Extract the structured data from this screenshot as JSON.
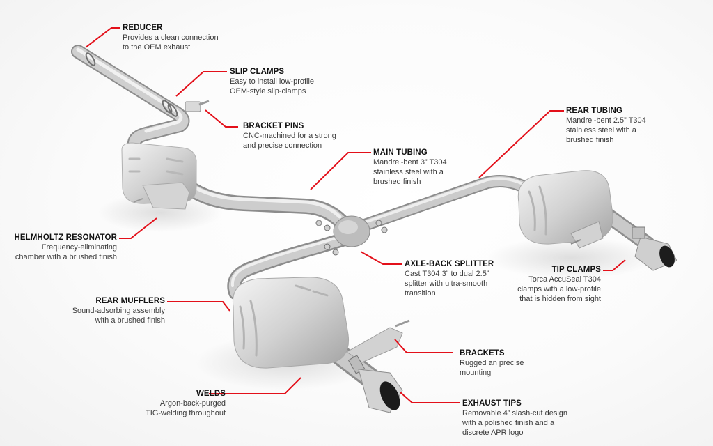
{
  "colors": {
    "leader_line": "#e3101a",
    "title_text": "#111111",
    "desc_text": "#3a3a3a",
    "metal_light": "#e4e4e4",
    "metal_mid": "#bdbdbd",
    "metal_dark": "#8d8d8d"
  },
  "callouts": [
    {
      "id": "reducer",
      "title": "REDUCER",
      "desc": "Provides a clean connection\nto the OEM exhaust"
    },
    {
      "id": "slip-clamps",
      "title": "SLIP CLAMPS",
      "desc": "Easy to install low-profile\nOEM-style slip-clamps"
    },
    {
      "id": "bracket-pins",
      "title": "BRACKET PINS",
      "desc": "CNC-machined for a strong\nand precise connection"
    },
    {
      "id": "main-tubing",
      "title": "MAIN TUBING",
      "desc": "Mandrel-bent 3” T304\nstainless steel with a\nbrushed finish"
    },
    {
      "id": "rear-tubing",
      "title": "REAR TUBING",
      "desc": "Mandrel-bent 2.5” T304\nstainless steel with a\nbrushed finish"
    },
    {
      "id": "helmholtz-resonator",
      "title": "HELMHOLTZ RESONATOR",
      "desc": "Frequency-eliminating\nchamber with a brushed finish"
    },
    {
      "id": "axle-back-splitter",
      "title": "AXLE-BACK SPLITTER",
      "desc": "Cast T304 3” to dual 2.5”\nsplitter with ultra-smooth\ntransition"
    },
    {
      "id": "tip-clamps",
      "title": "TIP CLAMPS",
      "desc": "Torca AccuSeal T304\nclamps with a low-profile\nthat is hidden from sight"
    },
    {
      "id": "rear-mufflers",
      "title": "REAR MUFFLERS",
      "desc": "Sound-adsorbing assembly\nwith a brushed finish"
    },
    {
      "id": "brackets",
      "title": "BRACKETS",
      "desc": "Rugged an precise\nmounting"
    },
    {
      "id": "welds",
      "title": "WELDS",
      "desc": "Argon-back-purged\nTIG-welding throughout"
    },
    {
      "id": "exhaust-tips",
      "title": "EXHAUST TIPS",
      "desc": "Removable 4” slash-cut design\nwith a polished finish and a\ndiscrete APR logo"
    }
  ]
}
